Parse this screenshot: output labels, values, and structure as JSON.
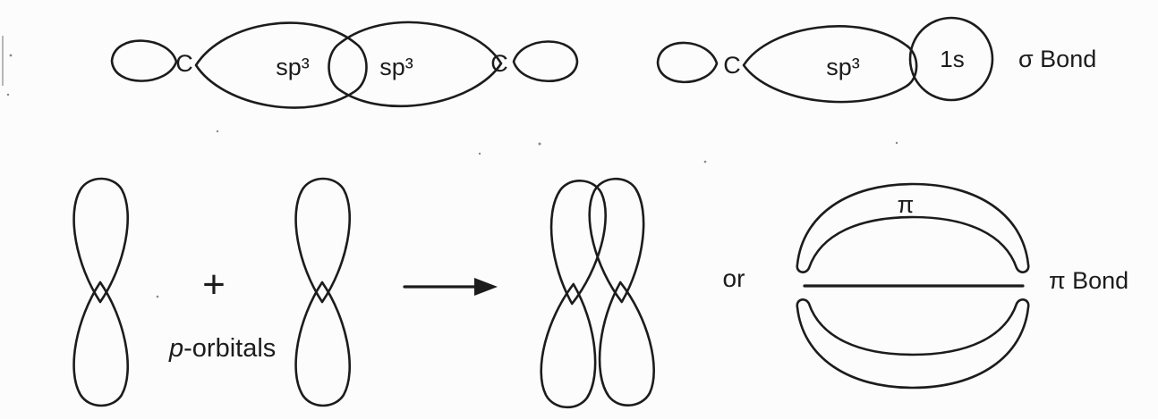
{
  "colors": {
    "ink": "#1c1c1c",
    "background": "#fcfcfc"
  },
  "sigma_row": {
    "cc_diagram": {
      "left_atom": "C",
      "left_orbital": "sp³",
      "right_orbital": "sp³",
      "right_atom": "C"
    },
    "ch_diagram": {
      "atom": "C",
      "hybrid_orbital": "sp³",
      "s_orbital": "1s",
      "caption": "σ Bond"
    }
  },
  "pi_row": {
    "plus_sign": "+",
    "p_orbitals_label": {
      "italic": "p",
      "rest": "-orbitals"
    },
    "or_label": "or",
    "pi_symbol": "π",
    "caption": "π Bond"
  }
}
